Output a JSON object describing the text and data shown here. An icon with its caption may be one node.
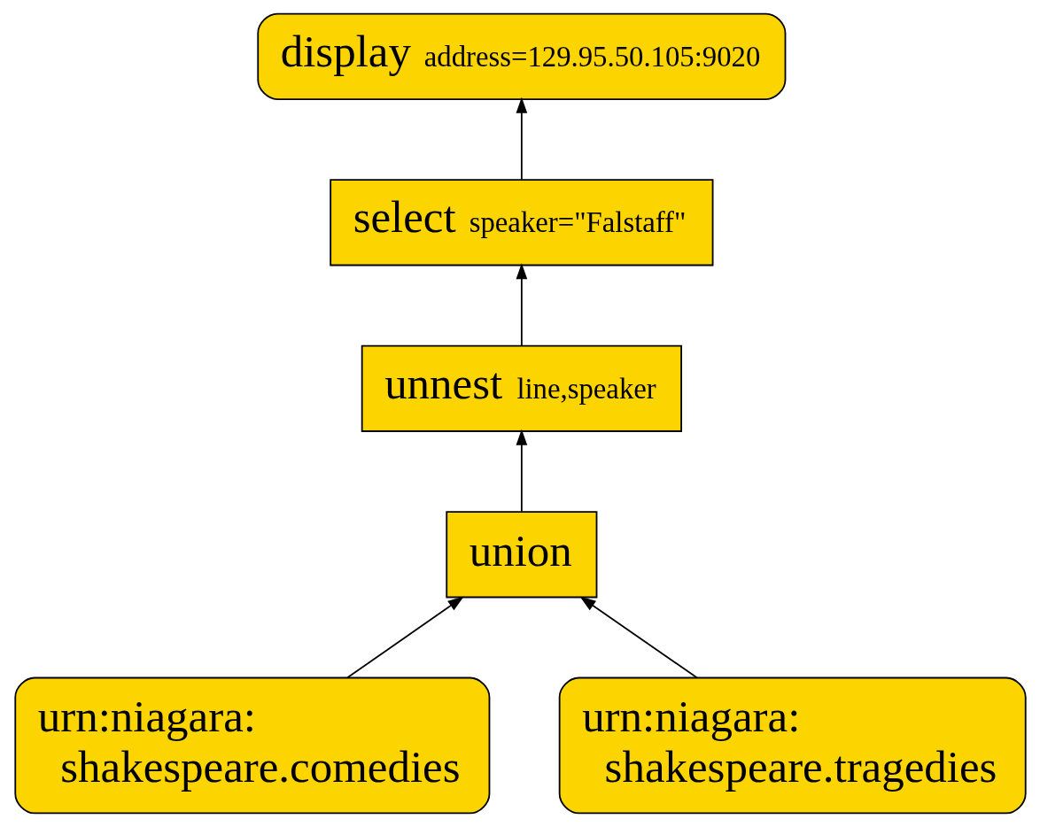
{
  "diagram": {
    "nodes": [
      {
        "text": [
          "display",
          "address=129.95.50.105:9020"
        ]
      },
      {
        "text": [
          "select",
          "speaker=\"Falstaff\""
        ]
      },
      {
        "text": [
          "unnest",
          "line,speaker"
        ]
      },
      {
        "text": [
          "union"
        ]
      },
      {
        "text": [
          "urn:niagara: shakespeare.comedies"
        ]
      },
      {
        "text": [
          "urn:niagara: shakespeare.tragedies"
        ]
      }
    ],
    "edges": [
      {
        "from": 3,
        "to": 2,
        "arrow": "to"
      },
      {
        "from": 2,
        "to": 1,
        "arrow": "to"
      },
      {
        "from": 1,
        "to": 0,
        "arrow": "to"
      },
      {
        "from": 4,
        "to": 3,
        "arrow": "to"
      },
      {
        "from": 5,
        "to": 3,
        "arrow": "to"
      }
    ]
  }
}
